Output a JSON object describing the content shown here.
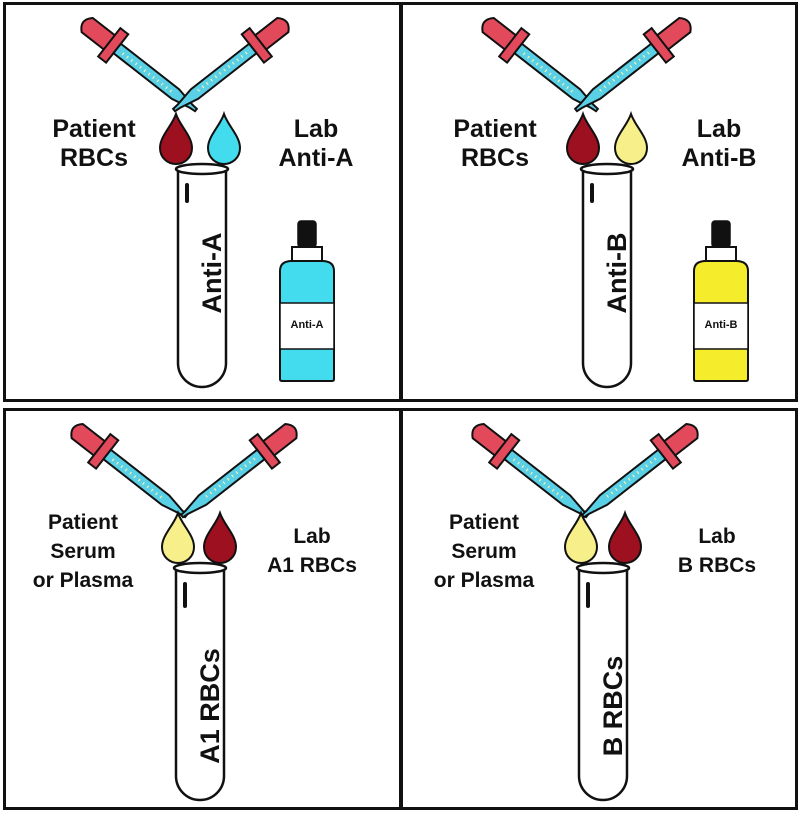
{
  "colors": {
    "blood": "#9c1020",
    "anti_a": "#43dcef",
    "anti_b": "#f5ec2c",
    "serum": "#f6ef8a",
    "dropper_bulb": "#e24a5c",
    "dropper_glass": "#5ad0e6",
    "outline": "#111111"
  },
  "panels": [
    {
      "left_label": "Patient\nRBCs",
      "right_label": "Lab\nAnti-A",
      "tube_label": "Anti-A",
      "bottle_label": "Anti-A",
      "left_drop": "blood",
      "right_drop": "anti_a",
      "bottle_color": "anti_a"
    },
    {
      "left_label": "Patient\nRBCs",
      "right_label": "Lab\nAnti-B",
      "tube_label": "Anti-B",
      "bottle_label": "Anti-B",
      "left_drop": "blood",
      "right_drop": "serum",
      "bottle_color": "anti_b"
    },
    {
      "left_label": "Patient\nSerum\nor Plasma",
      "right_label": "Lab\nA1 RBCs",
      "tube_label": "A1 RBCs",
      "left_drop": "serum",
      "right_drop": "blood"
    },
    {
      "left_label": "Patient\nSerum\nor Plasma",
      "right_label": "Lab\nB RBCs",
      "tube_label": "B RBCs",
      "left_drop": "serum",
      "right_drop": "blood"
    }
  ]
}
